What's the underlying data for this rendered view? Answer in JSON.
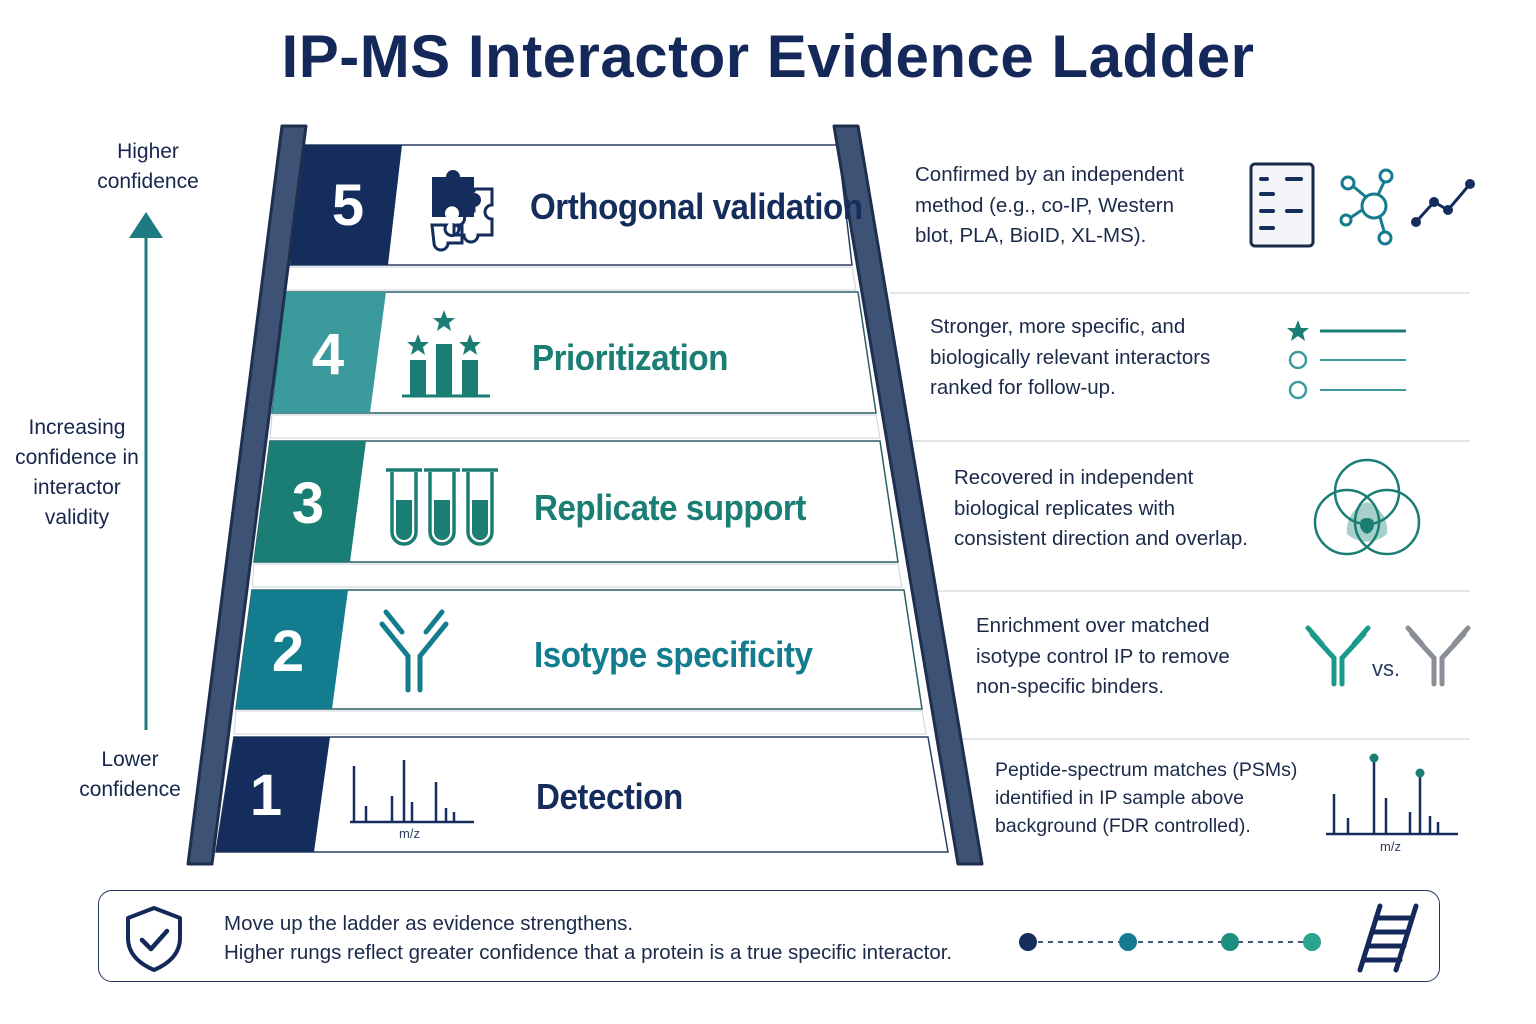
{
  "title": "IP-MS Interactor Evidence Ladder",
  "axis": {
    "top": "Higher confidence",
    "middle": "Increasing confidence in interactor validity",
    "bottom": "Lower confidence"
  },
  "colors": {
    "navy": "#142d5c",
    "teal_light": "#3a9a9c",
    "teal": "#1b7e74",
    "teal_blue": "#137c8e",
    "rail": "#3d5275"
  },
  "steps": [
    {
      "number": "5",
      "title": "Orthogonal validation",
      "icon": "puzzle-icon",
      "description": "Confirmed by an independent\nmethod (e.g., co-IP, Western\nblot, PLA, BioID, XL-MS).",
      "side_icons": [
        "document-icon",
        "network-icon",
        "line-chart-icon"
      ]
    },
    {
      "number": "4",
      "title": "Prioritization",
      "icon": "ranked-bars-icon",
      "description": "Stronger, more specific, and\nbiologically relevant interactors\nranked for follow-up.",
      "side_icons": [
        "ranked-list-icon"
      ]
    },
    {
      "number": "3",
      "title": "Replicate support",
      "icon": "test-tubes-icon",
      "description": "Recovered in independent\nbiological replicates with\nconsistent direction and overlap.",
      "side_icons": [
        "venn-icon"
      ]
    },
    {
      "number": "2",
      "title": "Isotype specificity",
      "icon": "antibody-icon",
      "description": "Enrichment over matched\nisotype control IP to remove\nnon-specific binders.",
      "side_icons": [
        "antibody-vs-icon"
      ],
      "vs_label": "vs."
    },
    {
      "number": "1",
      "title": "Detection",
      "icon": "spectrum-icon",
      "description": "Peptide-spectrum matches (PSMs)\nidentified in IP sample above\nbackground (FDR controlled).",
      "side_icons": [
        "spectrum-icon"
      ],
      "axis_label": "m/z"
    }
  ],
  "footer": {
    "line1": "Move up the ladder as evidence strengthens.",
    "line2": "Higher rungs reflect greater confidence that a protein is a true specific interactor.",
    "icons": [
      "shield-check-icon",
      "progress-dots-icon",
      "ladder-icon"
    ]
  }
}
